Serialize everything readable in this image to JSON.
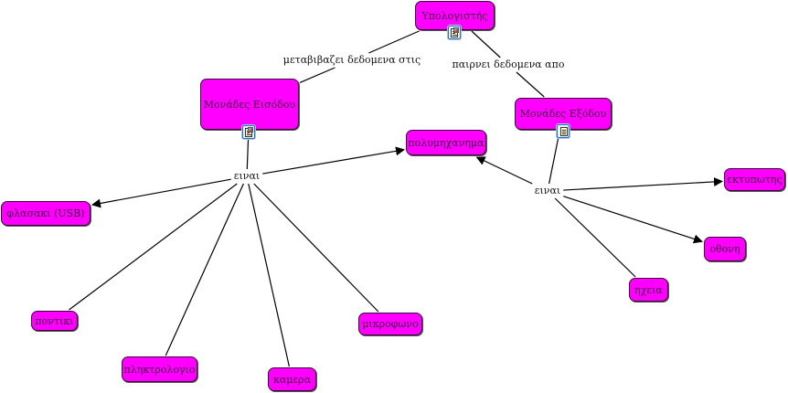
{
  "diagram": {
    "type": "concept-map",
    "colors": {
      "node_fill": "#ff00ff",
      "node_border": "#3a0a3a",
      "edge": "#000000",
      "background": "#ffffff"
    },
    "nodes": [
      {
        "id": "computer",
        "label": "Υπολογιστής",
        "resource_icon": "image-document-icon"
      },
      {
        "id": "input_units",
        "label": "Μονάδες Εισόδου",
        "resource_icon": "image-document-icon"
      },
      {
        "id": "output_units",
        "label": "Μονάδες Εξόδου",
        "resource_icon": "text-document-icon"
      },
      {
        "id": "multifunction",
        "label": "πολυμηχανημα"
      },
      {
        "id": "usb_stick",
        "label": "φλασακι (USB)"
      },
      {
        "id": "mouse",
        "label": "ποντικι"
      },
      {
        "id": "keyboard",
        "label": "πληκτρολογιο"
      },
      {
        "id": "camera",
        "label": "καμερα"
      },
      {
        "id": "microphone",
        "label": "μικροφωνο"
      },
      {
        "id": "printer",
        "label": "εκτυπωτης"
      },
      {
        "id": "screen",
        "label": "οθονη"
      },
      {
        "id": "speakers",
        "label": "ηχεια"
      }
    ],
    "link_phrases": [
      {
        "id": "transfers",
        "label": "μεταβιβαζει δεδομενα στις"
      },
      {
        "id": "receives",
        "label": "παιρνει δεδομενα απο"
      },
      {
        "id": "is_in",
        "label": "ειναι"
      },
      {
        "id": "is_out",
        "label": "ειναι"
      }
    ],
    "connections": [
      {
        "from": "computer",
        "to": "transfers",
        "arrow": false
      },
      {
        "from": "transfers",
        "to": "input_units",
        "arrow": false
      },
      {
        "from": "computer",
        "to": "receives",
        "arrow": false
      },
      {
        "from": "receives",
        "to": "output_units",
        "arrow": false
      },
      {
        "from": "input_units",
        "to": "is_in",
        "arrow": false
      },
      {
        "from": "is_in",
        "to": "multifunction",
        "arrow": true
      },
      {
        "from": "is_in",
        "to": "usb_stick",
        "arrow": true
      },
      {
        "from": "is_in",
        "to": "mouse",
        "arrow": false
      },
      {
        "from": "is_in",
        "to": "keyboard",
        "arrow": false
      },
      {
        "from": "is_in",
        "to": "camera",
        "arrow": false
      },
      {
        "from": "is_in",
        "to": "microphone",
        "arrow": false
      },
      {
        "from": "output_units",
        "to": "is_out",
        "arrow": false
      },
      {
        "from": "is_out",
        "to": "multifunction",
        "arrow": true
      },
      {
        "from": "is_out",
        "to": "printer",
        "arrow": true
      },
      {
        "from": "is_out",
        "to": "screen",
        "arrow": true
      },
      {
        "from": "is_out",
        "to": "speakers",
        "arrow": false
      }
    ]
  }
}
